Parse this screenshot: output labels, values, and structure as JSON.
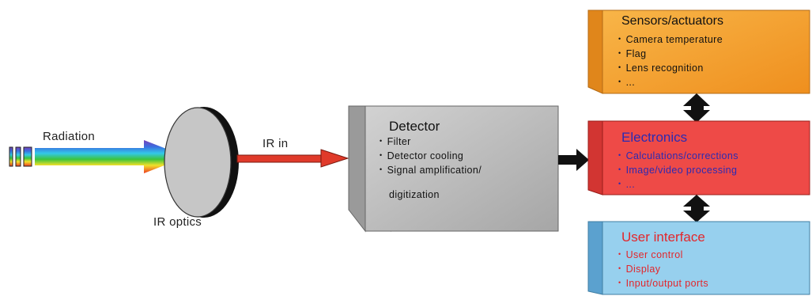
{
  "labels": {
    "radiation": "Radiation",
    "ir_in": "IR in",
    "ir_optics": "IR optics"
  },
  "detector": {
    "title": "Detector",
    "items": [
      "Filter",
      "Detector cooling",
      "Signal amplification/",
      "digitization"
    ]
  },
  "sensors": {
    "title": "Sensors/actuators",
    "items": [
      "Camera temperature",
      "Flag",
      "Lens recognition",
      "..."
    ]
  },
  "electronics": {
    "title": "Electronics",
    "items": [
      "Calculations/corrections",
      "Image/video processing",
      "..."
    ]
  },
  "user_interface": {
    "title": "User interface",
    "items": [
      "User control",
      "Display",
      "Input/output ports"
    ]
  },
  "colors": {
    "detector_face": "#c4c4c4",
    "sensors_face": "#f5a233",
    "electronics_face": "#ee4a47",
    "user_interface_face": "#97d0ee",
    "ir_arrow": "#e03a2a",
    "connector": "#111111",
    "accent_text": "#e3262b"
  }
}
